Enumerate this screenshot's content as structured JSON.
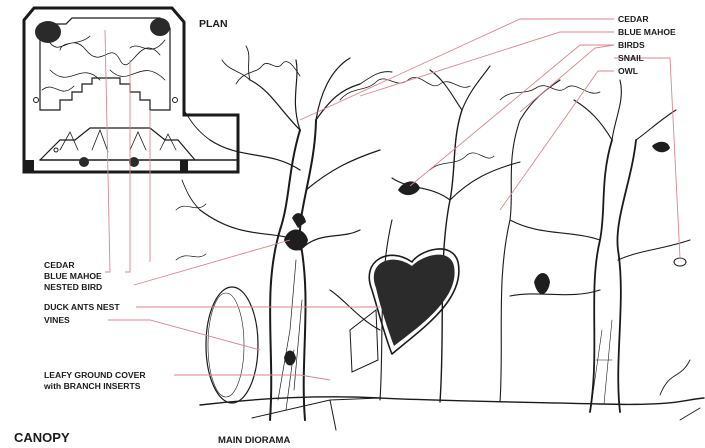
{
  "titles": {
    "plan": "PLAN",
    "canopy": "CANOPY",
    "main_diorama": "MAIN DIORAMA"
  },
  "right_callouts": [
    "CEDAR",
    "BLUE MAHOE",
    "BIRDS",
    "SNAIL",
    "OWL"
  ],
  "left_callouts_upper": [
    "CEDAR",
    "BLUE MAHOE",
    "NESTED BIRD"
  ],
  "left_callouts_mid": [
    "DUCK ANTS NEST",
    "VINES"
  ],
  "left_callouts_lower": [
    "LEAFY GROUND COVER",
    "with BRANCH INSERTS"
  ],
  "colors": {
    "ink": "#1a1a1a",
    "leader_line": "#d9868f",
    "paper": "#ffffff"
  }
}
